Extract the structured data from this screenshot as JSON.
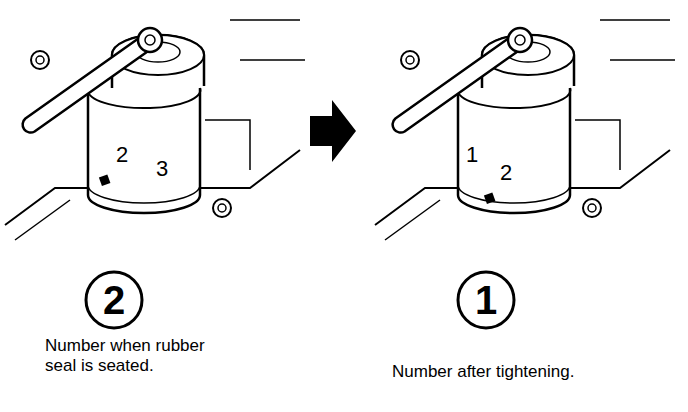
{
  "diagram": {
    "nodes": [
      {
        "text": [
          "2"
        ]
      },
      {
        "text": [
          "1"
        ]
      }
    ],
    "labels": [
      "2",
      "3",
      "1",
      "2",
      "Number when rubber seal is seated.",
      "Number after tightening."
    ]
  }
}
